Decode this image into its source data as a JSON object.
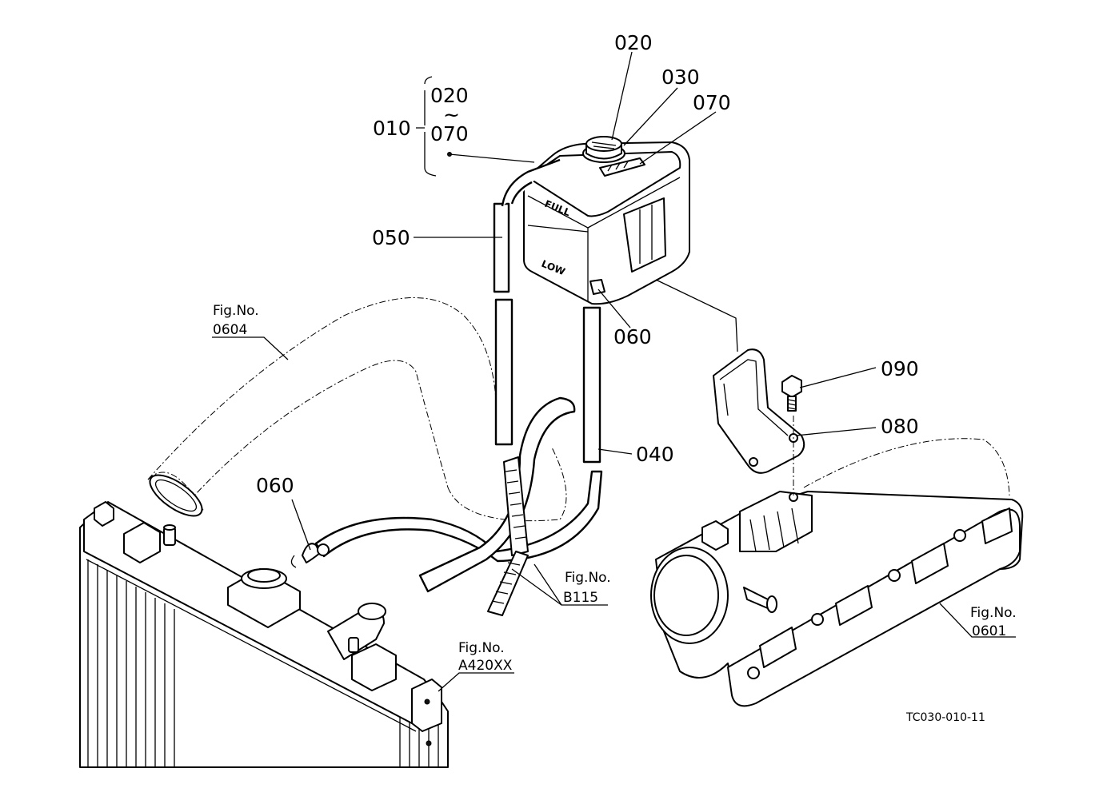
{
  "labels": {
    "p010": "010",
    "p020": "020",
    "p030": "030",
    "p070": "070",
    "p050": "050",
    "p060a": "060",
    "p060b": "060",
    "p040": "040",
    "p080": "080",
    "p090": "090",
    "range_start": "020",
    "range_tilde": "~",
    "range_end": "070"
  },
  "tank_markings": {
    "full": "FULL",
    "low": "LOW"
  },
  "figure_refs": {
    "f0604": {
      "label": "Fig.No.",
      "number": "0604"
    },
    "fb115": {
      "label": "Fig.No.",
      "number": "B115"
    },
    "fa420": {
      "label": "Fig.No.",
      "number": "A420XX"
    },
    "f0601": {
      "label": "Fig.No.",
      "number": "0601"
    }
  },
  "drawing_code": "TC030-010-11"
}
